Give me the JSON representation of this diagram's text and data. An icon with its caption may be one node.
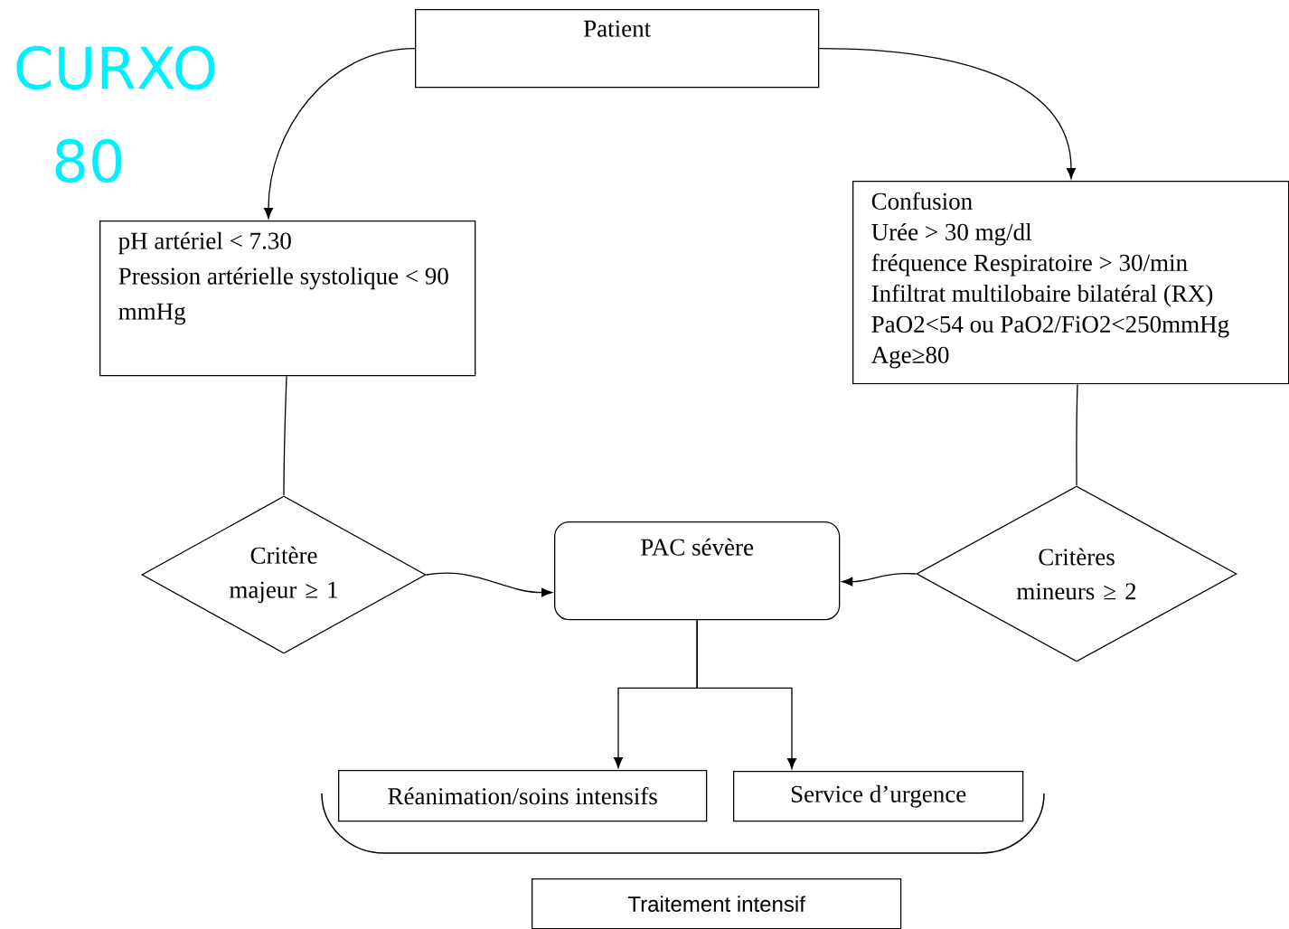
{
  "diagram": {
    "nodes": [
      {
        "text": [
          "Patient"
        ]
      },
      {
        "text": [
          "pH artériel < 7.30",
          "Pression artérielle systolique < 90 mmHg"
        ]
      },
      {
        "text": [
          "Confusion",
          "Urée > 30 mg/dl",
          "fréquence Respiratoire > 30/min",
          "Infiltrat multilobaire bilatéral (RX)",
          "PaO2<54 ou PaO2/FiO2<250mmHg",
          "Age≥80"
        ]
      },
      {
        "text": [
          "Critère majeur ≥ 1"
        ]
      },
      {
        "text": [
          "PAC sévère"
        ]
      },
      {
        "text": [
          "Critères mineurs ≥ 2"
        ]
      },
      {
        "text": [
          "Réanimation/soins intensifs"
        ]
      },
      {
        "text": [
          "Service d’urgence"
        ]
      },
      {
        "text": [
          "Traitement intensif"
        ]
      }
    ],
    "edges": [
      {
        "from": 0,
        "to": 1,
        "arrow": "to"
      },
      {
        "from": 0,
        "to": 2,
        "arrow": "to"
      },
      {
        "from": 1,
        "to": 3,
        "arrow": "none"
      },
      {
        "from": 2,
        "to": 5,
        "arrow": "none"
      },
      {
        "from": 3,
        "to": 4,
        "arrow": "to"
      },
      {
        "from": 5,
        "to": 4,
        "arrow": "to"
      },
      {
        "from": 4,
        "to": 6,
        "arrow": "to"
      },
      {
        "from": 4,
        "to": 7,
        "arrow": "to"
      }
    ],
    "labels": [
      "CURXO",
      "80"
    ]
  }
}
